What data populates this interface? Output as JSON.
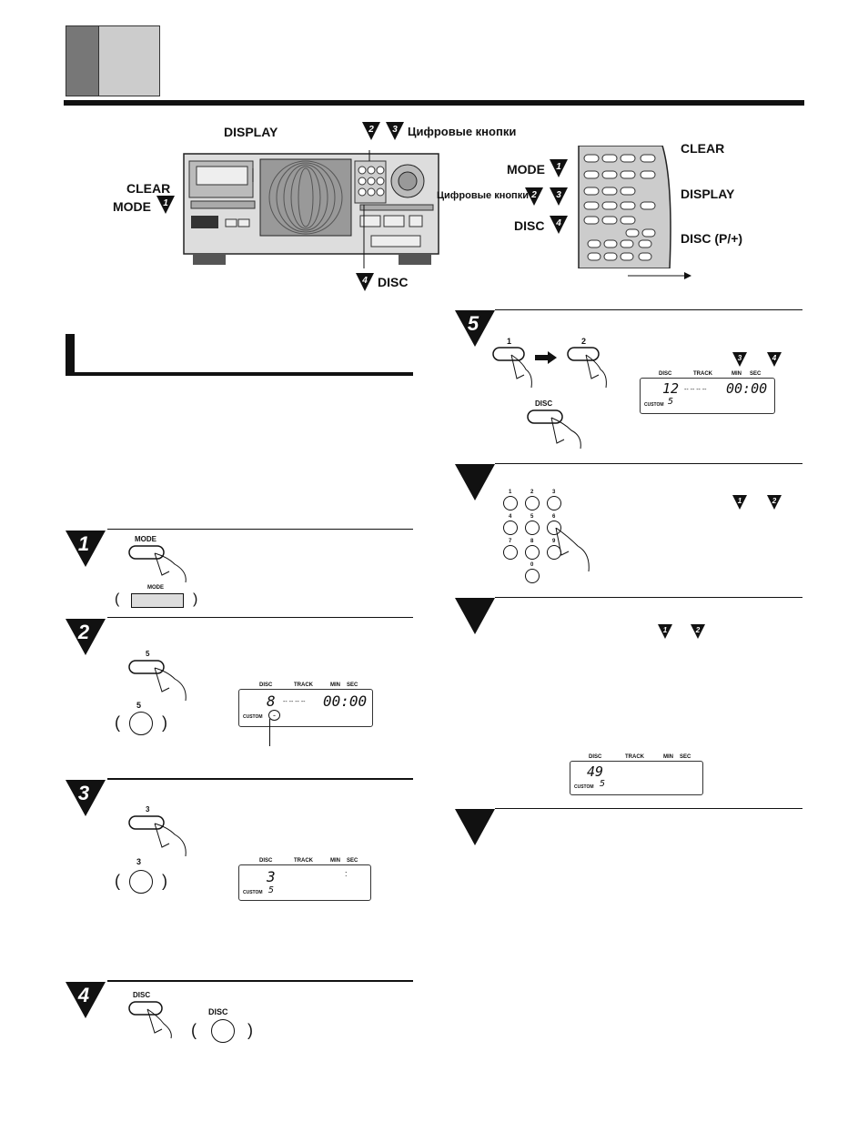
{
  "header": {},
  "diagram": {
    "display_label": "DISPLAY",
    "digit_buttons_label": "Цифровые кнопки",
    "digit_buttons_label_small": "Цифровые кнопки",
    "clear_label": "CLEAR",
    "mode_label": "MODE",
    "disc_label": "DISC",
    "disc_p_label": "DISC (P/+)",
    "steps": [
      "1",
      "2",
      "3",
      "4"
    ]
  },
  "left_steps": {
    "step1": {
      "number": "1",
      "button": "MODE",
      "panel_button": "MODE"
    },
    "step2": {
      "number": "2",
      "button": "5",
      "panel_button": "5",
      "lcd": {
        "headers": [
          "DISC",
          "TRACK",
          "MIN",
          "SEC"
        ],
        "digit": "8",
        "dashes": "-- -- -- --",
        "time": "00:00",
        "custom": "CUSTOM",
        "custom_value": "-"
      }
    },
    "step3": {
      "number": "3",
      "button": "3",
      "panel_button": "3",
      "lcd": {
        "headers": [
          "DISC",
          "TRACK",
          "MIN",
          "SEC"
        ],
        "digit": "3",
        "colon": ":",
        "custom": "CUSTOM",
        "custom_value": "5"
      }
    },
    "step4": {
      "number": "4",
      "button": "DISC",
      "panel_button": "DISC"
    }
  },
  "right_steps": {
    "step5": {
      "number": "5",
      "btn1": "1",
      "btn2": "2",
      "disc_button": "DISC",
      "refs": [
        "3",
        "4"
      ],
      "lcd": {
        "headers": [
          "DISC",
          "TRACK",
          "MIN",
          "SEC"
        ],
        "digit": "12",
        "dashes": "-- -- -- --",
        "time": "00:00",
        "custom": "CUSTOM",
        "custom_value": "5"
      }
    },
    "step6": {
      "keypad": [
        "1",
        "2",
        "3",
        "4",
        "5",
        "6",
        "7",
        "8",
        "9",
        "0"
      ],
      "refs": [
        "1",
        "2"
      ]
    },
    "step7": {
      "refs": [
        "1",
        "2"
      ],
      "lcd": {
        "headers": [
          "DISC",
          "TRACK",
          "MIN",
          "SEC"
        ],
        "digit": "49",
        "custom": "CUSTOM",
        "custom_value": "5"
      }
    }
  }
}
